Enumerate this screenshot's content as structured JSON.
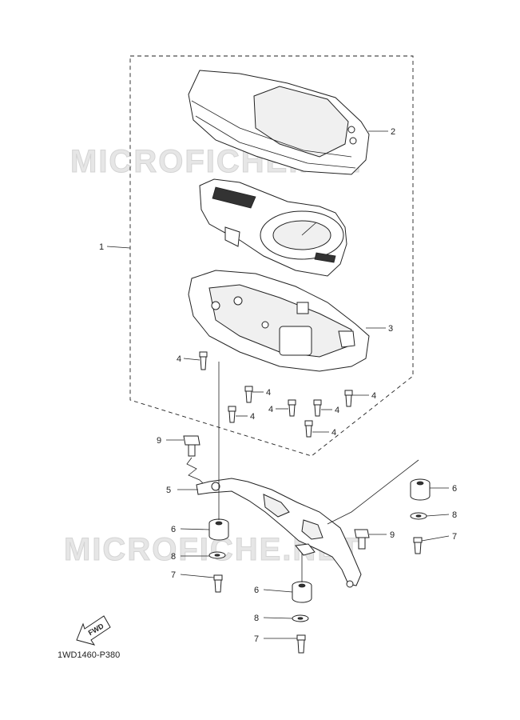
{
  "watermark": "MICROFICHE.NET",
  "diagram_code": "1WD1460-P380",
  "fwd_label": "FWD",
  "callouts": {
    "c1": "1",
    "c2": "2",
    "c3": "3",
    "c4a": "4",
    "c4b": "4",
    "c4c": "4",
    "c4d": "4",
    "c4e": "4",
    "c4f": "4",
    "c4g": "4",
    "c5": "5",
    "c6a": "6",
    "c6b": "6",
    "c6c": "6",
    "c7a": "7",
    "c7b": "7",
    "c7c": "7",
    "c8a": "8",
    "c8b": "8",
    "c8c": "8",
    "c9a": "9",
    "c9b": "9"
  }
}
